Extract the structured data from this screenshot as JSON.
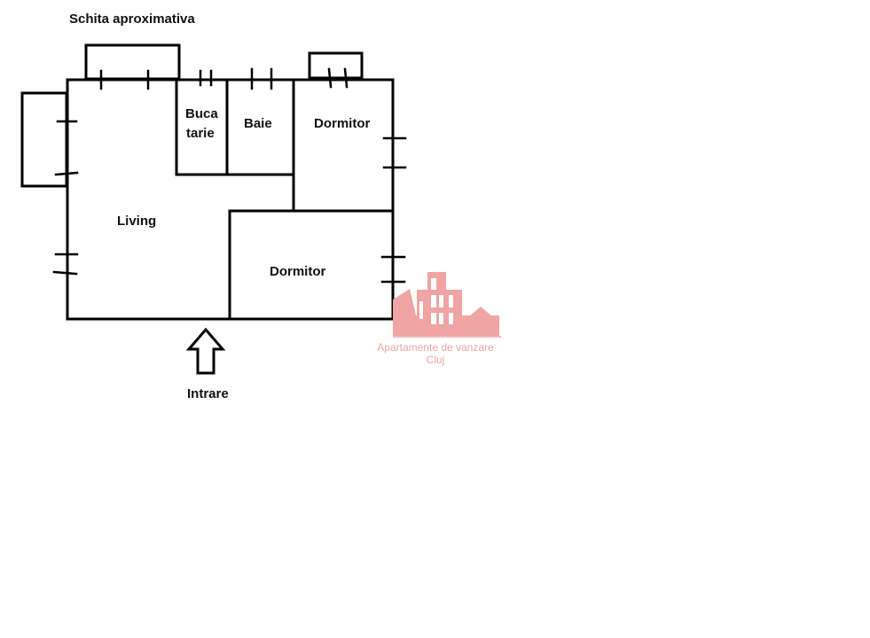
{
  "title": "Schita aproximativa",
  "rooms": {
    "kitchen_line1": "Buca",
    "kitchen_line2": "tarie",
    "bathroom": "Baie",
    "bedroom_top": "Dormitor",
    "living": "Living",
    "bedroom_bottom": "Dormitor"
  },
  "entrance_label": "Intrare",
  "watermark": {
    "line1": "Apartamente de vanzare",
    "line2": "Cluj",
    "color": "#f0a4a4"
  },
  "line_color": "#000000"
}
